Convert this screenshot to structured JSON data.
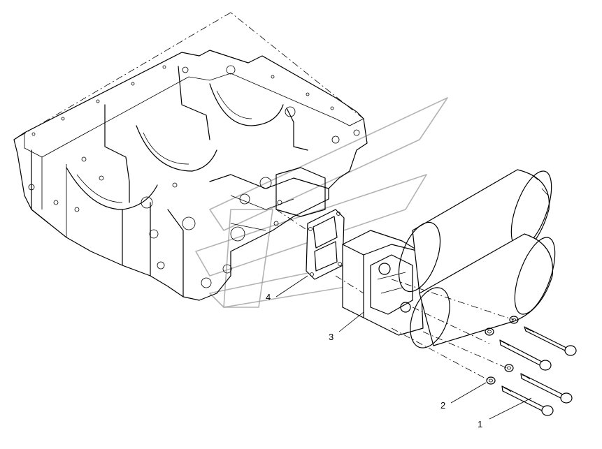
{
  "callouts": [
    {
      "id": "1",
      "label": "1",
      "part": "bolt"
    },
    {
      "id": "2",
      "label": "2",
      "part": "washer"
    },
    {
      "id": "3",
      "label": "3",
      "part": "oil-filter-housing"
    },
    {
      "id": "4",
      "label": "4",
      "part": "gasket"
    }
  ],
  "colors": {
    "line": "#000000",
    "background": "#ffffff",
    "watermark": "#9a9a9a"
  }
}
